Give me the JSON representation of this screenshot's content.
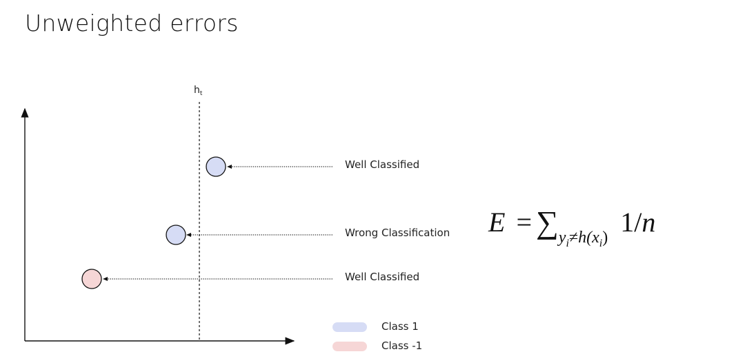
{
  "title": "Unweighted errors",
  "diagram": {
    "threshold_label": "h",
    "threshold_label_sub": "t",
    "annotations": [
      {
        "text": "Well Classified",
        "point_class": "Class 1"
      },
      {
        "text": "Wrong Classification",
        "point_class": "Class 1"
      },
      {
        "text": "Well Classified",
        "point_class": "Class -1"
      }
    ],
    "colors": {
      "class_1": "#d6dcf5",
      "class_neg1": "#f6d6d6",
      "stroke": "#111111"
    }
  },
  "formula": {
    "lhs": "E",
    "equals": "=",
    "sigma": "∑",
    "sub_y": "y",
    "sub_i1": "i",
    "sub_neq": "≠",
    "sub_h": "h(x",
    "sub_i2": "i",
    "sub_close": ")",
    "rhs_num": "1/",
    "rhs_den": "n"
  },
  "legend": [
    {
      "label": "Class 1",
      "color": "#d6dcf5"
    },
    {
      "label": "Class -1",
      "color": "#f6d6d6"
    }
  ]
}
